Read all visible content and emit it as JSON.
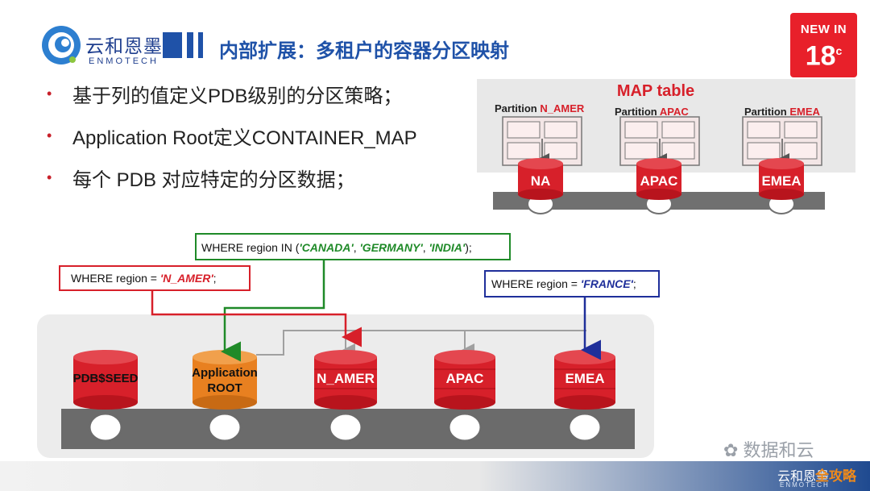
{
  "logo": {
    "cn": "云和恩墨",
    "en": "ENMOTECH"
  },
  "title": "内部扩展：多租户的容器分区映射",
  "badge": {
    "line1": "NEW IN",
    "number": "18",
    "unit": "c"
  },
  "bullets": [
    "基于列的值定义PDB级别的分区策略；",
    "Application Root定义CONTAINER_MAP",
    "每个 PDB 对应特定的分区数据；"
  ],
  "map_table": {
    "title": "MAP table",
    "partitions": [
      {
        "prefix": "Partition",
        "name": "N_AMER",
        "db": "NA"
      },
      {
        "prefix": "Partition",
        "name": "APAC",
        "db": "APAC"
      },
      {
        "prefix": "Partition",
        "name": "EMEA",
        "db": "EMEA"
      }
    ]
  },
  "where_clauses": {
    "green": {
      "prefix": "WHERE region  IN (",
      "v1": "'CANADA'",
      "sep1": ", ",
      "v2": "'GERMANY'",
      "sep2": ", ",
      "v3": "'INDIA'",
      "suffix": ");"
    },
    "red": {
      "prefix": "WHERE region  = ",
      "value": "'N_AMER'",
      "suffix": ";"
    },
    "blue": {
      "prefix": "WHERE  region = ",
      "value": "'FRANCE'",
      "suffix": ";"
    }
  },
  "databases": [
    {
      "line1": "PDB$SEED",
      "line2": ""
    },
    {
      "line1": "Application",
      "line2": "ROOT"
    },
    {
      "line1": "N_AMER",
      "line2": ""
    },
    {
      "line1": "APAC",
      "line2": ""
    },
    {
      "line1": "EMEA",
      "line2": ""
    }
  ],
  "watermark": "数据和云",
  "footer_tag": "全攻略",
  "colors": {
    "red": "#d7202a",
    "orange": "#e88020",
    "green": "#1f8a28",
    "blue": "#1f2f9a",
    "title_blue": "#1f52a8",
    "belt": "#6b6b6b"
  }
}
